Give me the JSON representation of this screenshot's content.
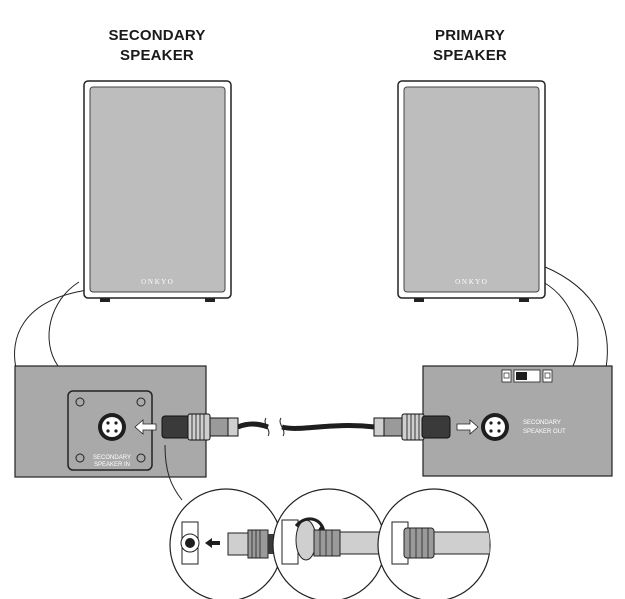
{
  "speakers": {
    "secondary": {
      "title_line1": "SECONDARY",
      "title_line2": "SPEAKER",
      "brand": "O N K Y O"
    },
    "primary": {
      "title_line1": "PRIMARY",
      "title_line2": "SPEAKER",
      "brand": "O N K Y O"
    }
  },
  "panels": {
    "secondary_jack_label_line1": "SECONDARY",
    "secondary_jack_label_line2": "SPEAKER IN",
    "primary_jack_label_line1": "SECONDARY",
    "primary_jack_label_line2": "SPEAKER OUT"
  },
  "colors": {
    "speaker_face": "#bdbdbd",
    "panel": "#a9a9a9",
    "cable": "#1e1e1e",
    "outline": "#222222"
  }
}
